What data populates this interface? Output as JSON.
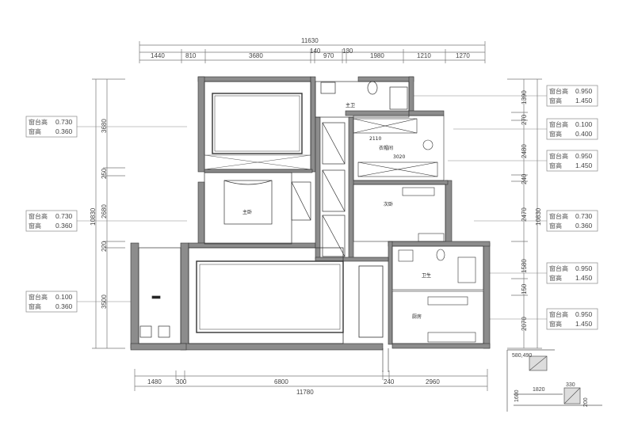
{
  "dimensions": {
    "top_total": "11630",
    "top_segments": [
      "1440",
      "810",
      "3680",
      "140",
      "970",
      "130",
      "1980",
      "1210",
      "1270"
    ],
    "bottom_total": "11780",
    "bottom_segments": [
      "1480",
      "300",
      "6800",
      "240",
      "2960"
    ],
    "left_segments": [
      "3680",
      "250",
      "2680",
      "220",
      "3500"
    ],
    "left_total": "10830",
    "right_segments": [
      "1390",
      "270",
      "2480",
      "240",
      "2470",
      "1580",
      "150",
      "2070"
    ],
    "right_total": "10830"
  },
  "window_labels": {
    "sill": "窗台高",
    "height": "窗高"
  },
  "left_tags": [
    {
      "sill": "0.730",
      "height": "0.360"
    },
    {
      "sill": "0.730",
      "height": "0.360"
    },
    {
      "sill": "0.100",
      "height": "0.360"
    }
  ],
  "right_tags": [
    {
      "sill": "0.950",
      "height": "1.450"
    },
    {
      "sill": "0.100",
      "height": "0.400"
    },
    {
      "sill": "0.950",
      "height": "1.450"
    },
    {
      "sill": "0.730",
      "height": "0.360"
    },
    {
      "sill": "0.950",
      "height": "1.450"
    },
    {
      "sill": "0.950",
      "height": "1.450"
    }
  ],
  "rooms": {
    "master_bath": "主卫",
    "master_bedroom": "主卧",
    "secondary_bedroom": "次卧",
    "bathroom": "卫生",
    "kitchen": "厨房",
    "closet": "衣帽间",
    "closet_width_top": "2110",
    "closet_width_bottom": "3020"
  },
  "detail": {
    "top_value": "580,490",
    "width_1": "1820",
    "width_2": "330",
    "side_1": "1600",
    "side_2": "200"
  }
}
